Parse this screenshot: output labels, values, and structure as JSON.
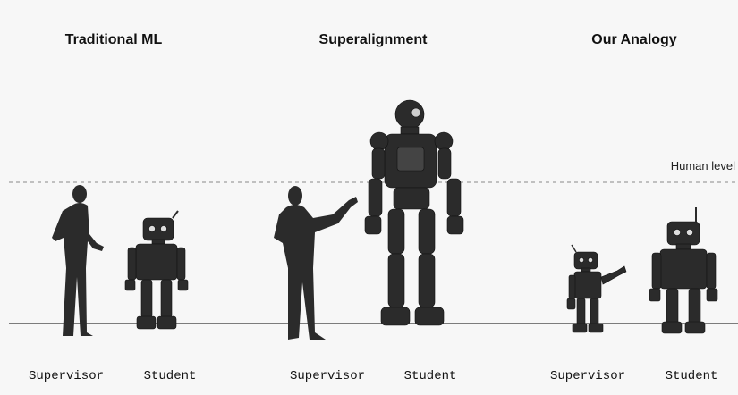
{
  "columns": [
    {
      "title": "Traditional ML",
      "supervisor_caption": "Supervisor",
      "student_caption": "Student"
    },
    {
      "title": "Superalignment",
      "supervisor_caption": "Supervisor",
      "student_caption": "Student"
    },
    {
      "title": "Our Analogy",
      "supervisor_caption": "Supervisor",
      "student_caption": "Student"
    }
  ],
  "human_level": {
    "label": "Human level"
  },
  "colors": {
    "figure": "#2b2b2b",
    "figure_light": "#4a4a4a",
    "line": "#333333",
    "dashed": "#8a8a8a",
    "background": "#f7f7f7"
  },
  "icons": {
    "supervisor": "person-icon",
    "student": "robot-icon"
  }
}
